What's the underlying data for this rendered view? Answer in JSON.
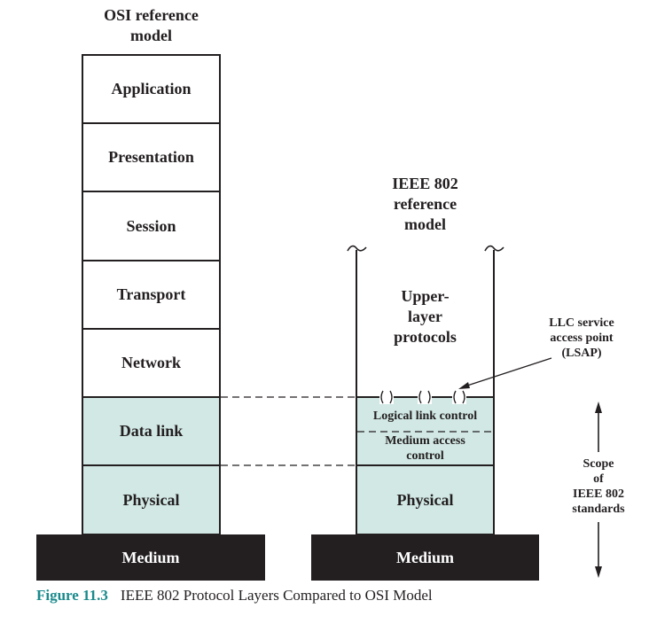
{
  "osi": {
    "title_line1": "OSI reference",
    "title_line2": "model",
    "layers": [
      {
        "label": "Application",
        "highlighted": false
      },
      {
        "label": "Presentation",
        "highlighted": false
      },
      {
        "label": "Session",
        "highlighted": false
      },
      {
        "label": "Transport",
        "highlighted": false
      },
      {
        "label": "Network",
        "highlighted": false
      },
      {
        "label": "Data link",
        "highlighted": true
      },
      {
        "label": "Physical",
        "highlighted": true
      }
    ],
    "medium": "Medium"
  },
  "ieee": {
    "title_line1": "IEEE 802",
    "title_line2": "reference",
    "title_line3": "model",
    "upper_line1": "Upper-",
    "upper_line2": "layer",
    "upper_line3": "protocols",
    "llc": "Logical link control",
    "mac_line1": "Medium access",
    "mac_line2": "control",
    "physical": "Physical",
    "medium": "Medium",
    "sap_symbol": "( )"
  },
  "lsap_label": {
    "line1": "LLC service",
    "line2": "access point",
    "line3": "(LSAP)"
  },
  "scope_label": {
    "line1": "Scope",
    "line2": "of",
    "line3": "IEEE 802",
    "line4": "standards"
  },
  "caption": {
    "figure_number": "Figure 11.3",
    "text": "IEEE 802 Protocol Layers Compared to OSI Model"
  },
  "colors": {
    "layer_fill": "#d1e8e4",
    "medium_fill": "#231f20",
    "caption_accent": "#1a8a8c"
  }
}
